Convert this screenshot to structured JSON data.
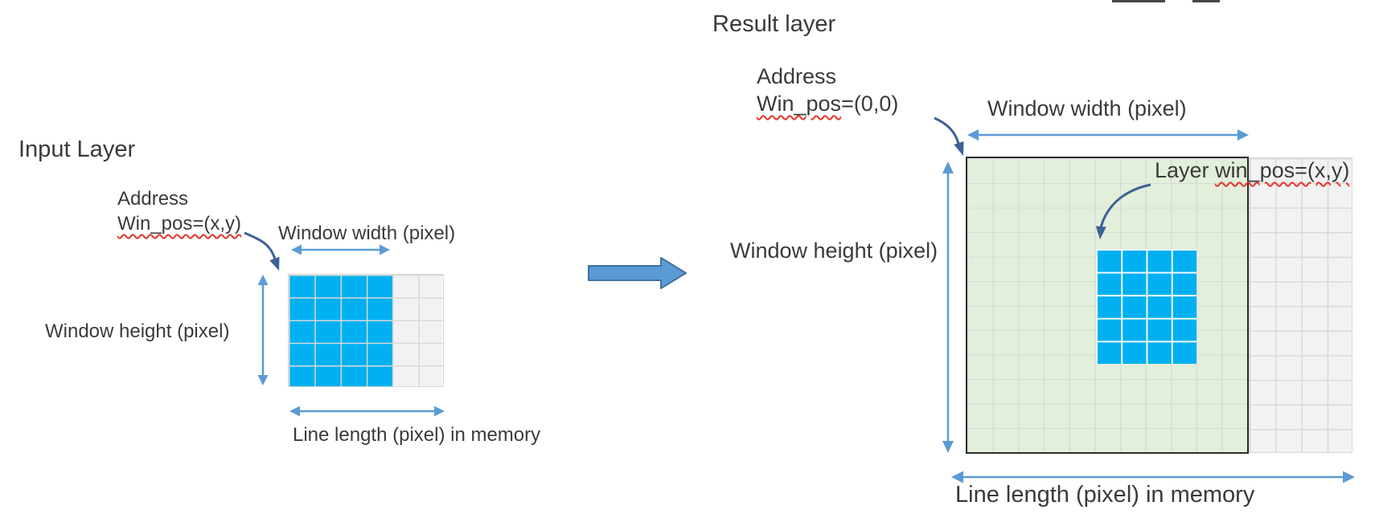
{
  "colors": {
    "cell_blue": "#00B0F0",
    "cell_gray": "#F2F2F2",
    "cell_green": "#E2EFDA",
    "grid_line": "#D9D9D9",
    "grid_border_dark": "#2D2D2D",
    "arrow_light": "#5B9BD5",
    "arrow_dark": "#3E6195",
    "big_arrow_fill": "#5B9BD5",
    "big_arrow_stroke": "#41719C",
    "text": "#3A3A3A",
    "squiggle": "#E5352B"
  },
  "input_layer": {
    "title": "Input Layer",
    "address_line1": "Address",
    "address_line2": "Win_pos=(x,y)",
    "window_width_label": "Window width (pixel)",
    "window_height_label": "Window height (pixel)",
    "line_length_label": "Line length (pixel) in memory",
    "grid": {
      "window_columns": 4,
      "window_rows": 5,
      "memory_extra_columns": 2,
      "total_columns": 6,
      "total_rows": 5
    }
  },
  "result_layer": {
    "title": "Result layer",
    "address_line1": "Address",
    "address_line2_underlined": "Win_pos",
    "address_line2_rest": "=(0,0)",
    "window_width_label": "Window width (pixel)",
    "window_height_label": "Window height (pixel)",
    "line_length_label": "Line length (pixel) in memory",
    "layer_pos_label_prefix": "Layer ",
    "layer_pos_label_underlined": "win_pos=(x,y)",
    "grid": {
      "window_columns": 11,
      "window_rows": 12,
      "memory_extra_columns": 4,
      "copied_window_columns": 4,
      "copied_window_rows": 5
    }
  }
}
